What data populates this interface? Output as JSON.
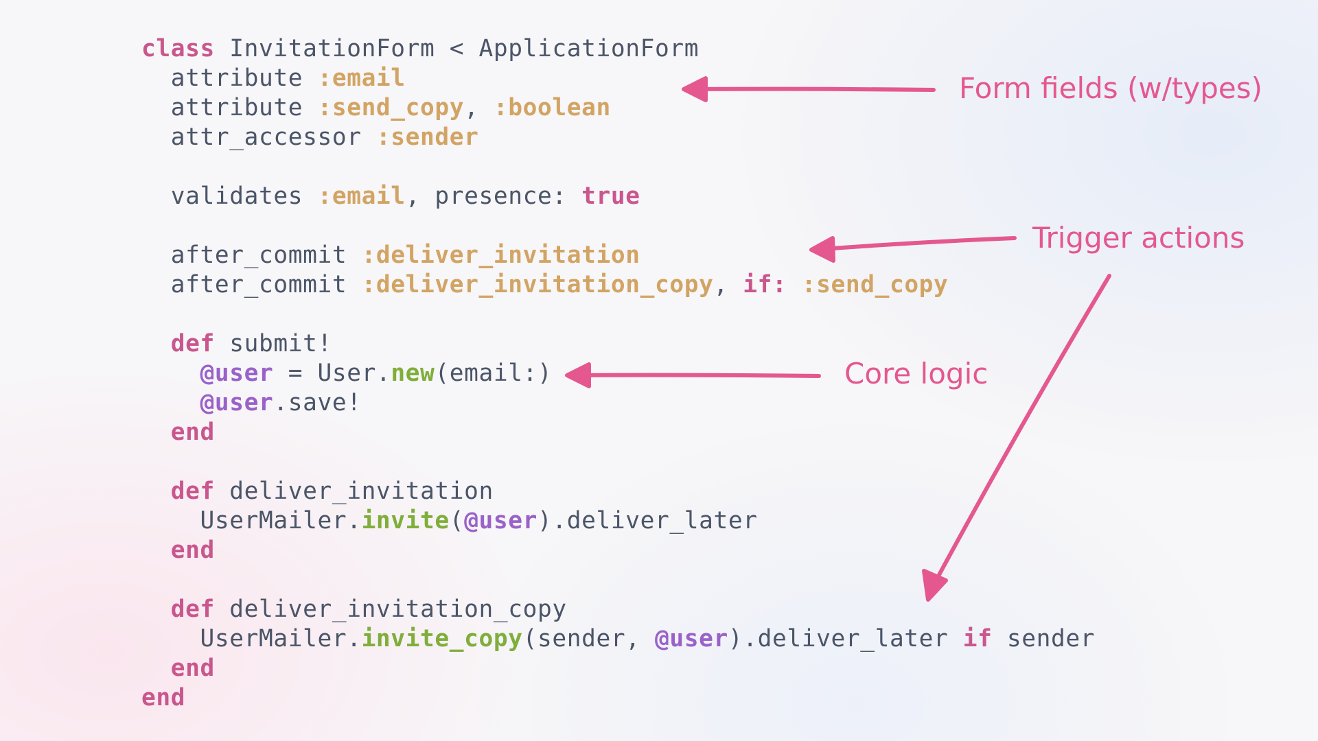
{
  "code": {
    "lines": [
      [
        {
          "t": "class",
          "c": "kw"
        },
        {
          "t": " InvitationForm < ApplicationForm",
          "c": "tx"
        }
      ],
      [
        {
          "t": "  attribute ",
          "c": "tx"
        },
        {
          "t": ":email",
          "c": "sym"
        }
      ],
      [
        {
          "t": "  attribute ",
          "c": "tx"
        },
        {
          "t": ":send_copy",
          "c": "sym"
        },
        {
          "t": ", ",
          "c": "tx"
        },
        {
          "t": ":boolean",
          "c": "sym"
        }
      ],
      [
        {
          "t": "  attr_accessor ",
          "c": "tx"
        },
        {
          "t": ":sender",
          "c": "sym"
        }
      ],
      [],
      [
        {
          "t": "  validates ",
          "c": "tx"
        },
        {
          "t": ":email",
          "c": "sym"
        },
        {
          "t": ", presence: ",
          "c": "tx"
        },
        {
          "t": "true",
          "c": "kw"
        }
      ],
      [],
      [
        {
          "t": "  after_commit ",
          "c": "tx"
        },
        {
          "t": ":deliver_invitation",
          "c": "sym"
        }
      ],
      [
        {
          "t": "  after_commit ",
          "c": "tx"
        },
        {
          "t": ":deliver_invitation_copy",
          "c": "sym"
        },
        {
          "t": ", ",
          "c": "tx"
        },
        {
          "t": "if:",
          "c": "kw"
        },
        {
          "t": " ",
          "c": "tx"
        },
        {
          "t": ":send_copy",
          "c": "sym"
        }
      ],
      [],
      [
        {
          "t": "  ",
          "c": "tx"
        },
        {
          "t": "def",
          "c": "kw"
        },
        {
          "t": " submit!",
          "c": "tx"
        }
      ],
      [
        {
          "t": "    ",
          "c": "tx"
        },
        {
          "t": "@user",
          "c": "ivar"
        },
        {
          "t": " = User.",
          "c": "tx"
        },
        {
          "t": "new",
          "c": "meth"
        },
        {
          "t": "(email:)",
          "c": "tx"
        }
      ],
      [
        {
          "t": "    ",
          "c": "tx"
        },
        {
          "t": "@user",
          "c": "ivar"
        },
        {
          "t": ".save!",
          "c": "tx"
        }
      ],
      [
        {
          "t": "  ",
          "c": "tx"
        },
        {
          "t": "end",
          "c": "kw"
        }
      ],
      [],
      [
        {
          "t": "  ",
          "c": "tx"
        },
        {
          "t": "def",
          "c": "kw"
        },
        {
          "t": " deliver_invitation",
          "c": "tx"
        }
      ],
      [
        {
          "t": "    UserMailer.",
          "c": "tx"
        },
        {
          "t": "invite",
          "c": "meth"
        },
        {
          "t": "(",
          "c": "tx"
        },
        {
          "t": "@user",
          "c": "ivar"
        },
        {
          "t": ").deliver_later",
          "c": "tx"
        }
      ],
      [
        {
          "t": "  ",
          "c": "tx"
        },
        {
          "t": "end",
          "c": "kw"
        }
      ],
      [],
      [
        {
          "t": "  ",
          "c": "tx"
        },
        {
          "t": "def",
          "c": "kw"
        },
        {
          "t": " deliver_invitation_copy",
          "c": "tx"
        }
      ],
      [
        {
          "t": "    UserMailer.",
          "c": "tx"
        },
        {
          "t": "invite_copy",
          "c": "meth"
        },
        {
          "t": "(sender, ",
          "c": "tx"
        },
        {
          "t": "@user",
          "c": "ivar"
        },
        {
          "t": ").deliver_later ",
          "c": "tx"
        },
        {
          "t": "if",
          "c": "kw"
        },
        {
          "t": " sender",
          "c": "tx"
        }
      ],
      [
        {
          "t": "  ",
          "c": "tx"
        },
        {
          "t": "end",
          "c": "kw"
        }
      ],
      [
        {
          "t": "end",
          "c": "kw"
        }
      ]
    ]
  },
  "annotations": {
    "form_fields": "Form fields (w/types)",
    "trigger_actions": "Trigger actions",
    "core_logic": "Core logic"
  },
  "colors": {
    "keyword": "#c9578e",
    "symbol": "#d2a464",
    "instance_variable": "#9a62c9",
    "method": "#7fae3a",
    "text": "#4b5568",
    "annotation": "#e4588f"
  }
}
